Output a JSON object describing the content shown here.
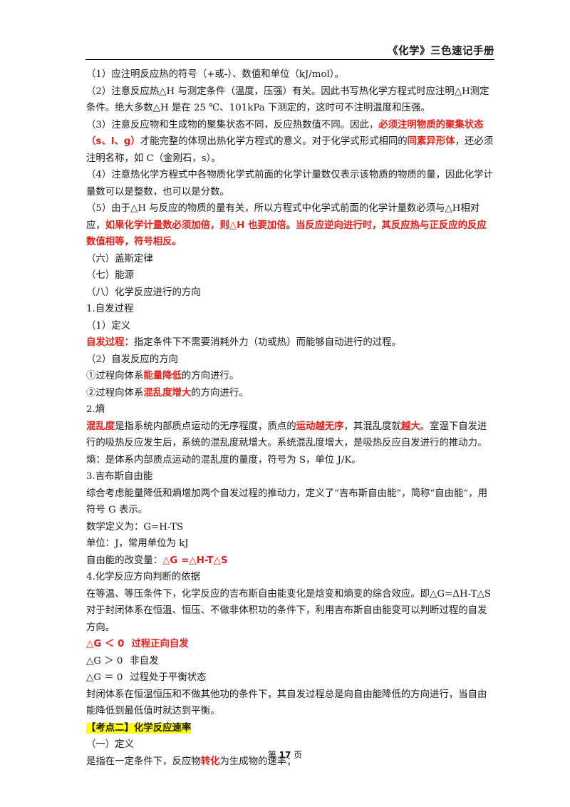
{
  "header": {
    "title": "《化学》三色速记手册"
  },
  "notes": {
    "n1": "（1）应注明反应热的符号（+或-）、数值和单位（kJ/mol）。",
    "n2": "（2）注意反应热△H 与测定条件（温度，压强）有关。因此书写热化学方程式时应注明△H测定条件。绝大多数△H 是在 25 ℃、101kPa 下测定的，这时可不注明温度和压强。",
    "n3a": "（3）注意反应物和生成物的聚集状态不同，反应热数值不同。因此，",
    "n3b": "必须注明物质的聚集状态（s、l、g）",
    "n3c": "才能完整的体现出热化学方程式的意义。对于化学式形式相同的",
    "n3d": "同素异形体",
    "n3e": "，还必须注明名称，如 C（金刚石，s）。",
    "n4": "（4）注意热化学方程式中各物质化学式前面的化学计量数仅表示该物质的物质的量，因此化学计量数可以是整数，也可以是分数。",
    "n5a": "（5）由于△H 与反应的物质的量有关，所以方程式中化学式前面的化学计量数必须与△H相对应，",
    "n5b": "如果化学计量数必须加倍，则△H 也要加倍。当反应逆向进行时，其反应热与正反应的反应数值相等，符号相反。"
  },
  "sections": {
    "s6": "（六）盖斯定律",
    "s7": "（七）能源",
    "s8": "（八）化学反应进行的方向"
  },
  "spont": {
    "h1": "1.自发过程",
    "def": "（1）定义",
    "term": "自发过程：",
    "term_text": "指定条件下不需要消耗外力（功或热）而能够自动进行的过程。",
    "dir": "（2）自发反应的方向",
    "d1a": "①过程向体系",
    "d1b": "能量降低",
    "d1c": "的方向进行。",
    "d2a": "②过程向体系",
    "d2b": "混乱度增大",
    "d2c": "的方向进行。"
  },
  "entropy": {
    "h2": "2.熵",
    "t1": "混乱度",
    "t2": "是指系统内部质点运动的无序程度，质点的",
    "t3": "运动越无序",
    "t4": "，其混乱度就",
    "t5": "越大",
    "t6": "。室温下自发进行的吸热反应发生后，系统的混乱度就增大。系统混乱度增大，是吸热反应自发进行的推动力。",
    "def": "熵：是体系内部质点运动的混乱度的量度，符号为 S，单位 J/K。"
  },
  "gibbs": {
    "h3": "3.吉布斯自由能",
    "p1": "综合考虑能量降低和熵增加两个自发过程的推动力，定义了”吉布斯自由能”，简称“自由能”，用符号 G 表示。",
    "math": "数学定义为：G=H-TS",
    "unit": "单位：J，常用单位为 kJ",
    "change": "自由能的改变量：",
    "formula": "△G =△H-T△S"
  },
  "criteria": {
    "h4": "4.化学反应方向判断的依据",
    "p1": "在等温、等压条件下，化学反应的吉布斯自由能变化是焓变和熵变的综合效应。即△G=ΔH-T△S",
    "p2": "对于封闭体系在恒温、恒压、不做非体积功的条件下，利用吉布斯自由能变可以判断过程的自发方向。",
    "c1_cond": "△G ＜ 0",
    "c1_text": "过程正向自发",
    "c2_cond": "△G ＞ 0",
    "c2_text": "非自发",
    "c3_cond": "△G ＝ 0",
    "c3_text": "过程处于平衡状态",
    "p3": "封闭体系在恒温恒压和不做其他功的条件下，其自发过程总是向自由能降低的方向进行，当自由能降低到最低值时就达到平衡。"
  },
  "kaodian": {
    "title": "【考点二】化学反应速率",
    "def_h": "（一）定义",
    "def_a": "是指在一定条件下，反应物",
    "def_b": "转化",
    "def_c": "为生成物的速率；"
  },
  "footer": {
    "pre": "第 ",
    "num": "17",
    "post": " 页"
  },
  "colors": {
    "accent_red": "#e8201a",
    "highlight": "#ffff00"
  }
}
